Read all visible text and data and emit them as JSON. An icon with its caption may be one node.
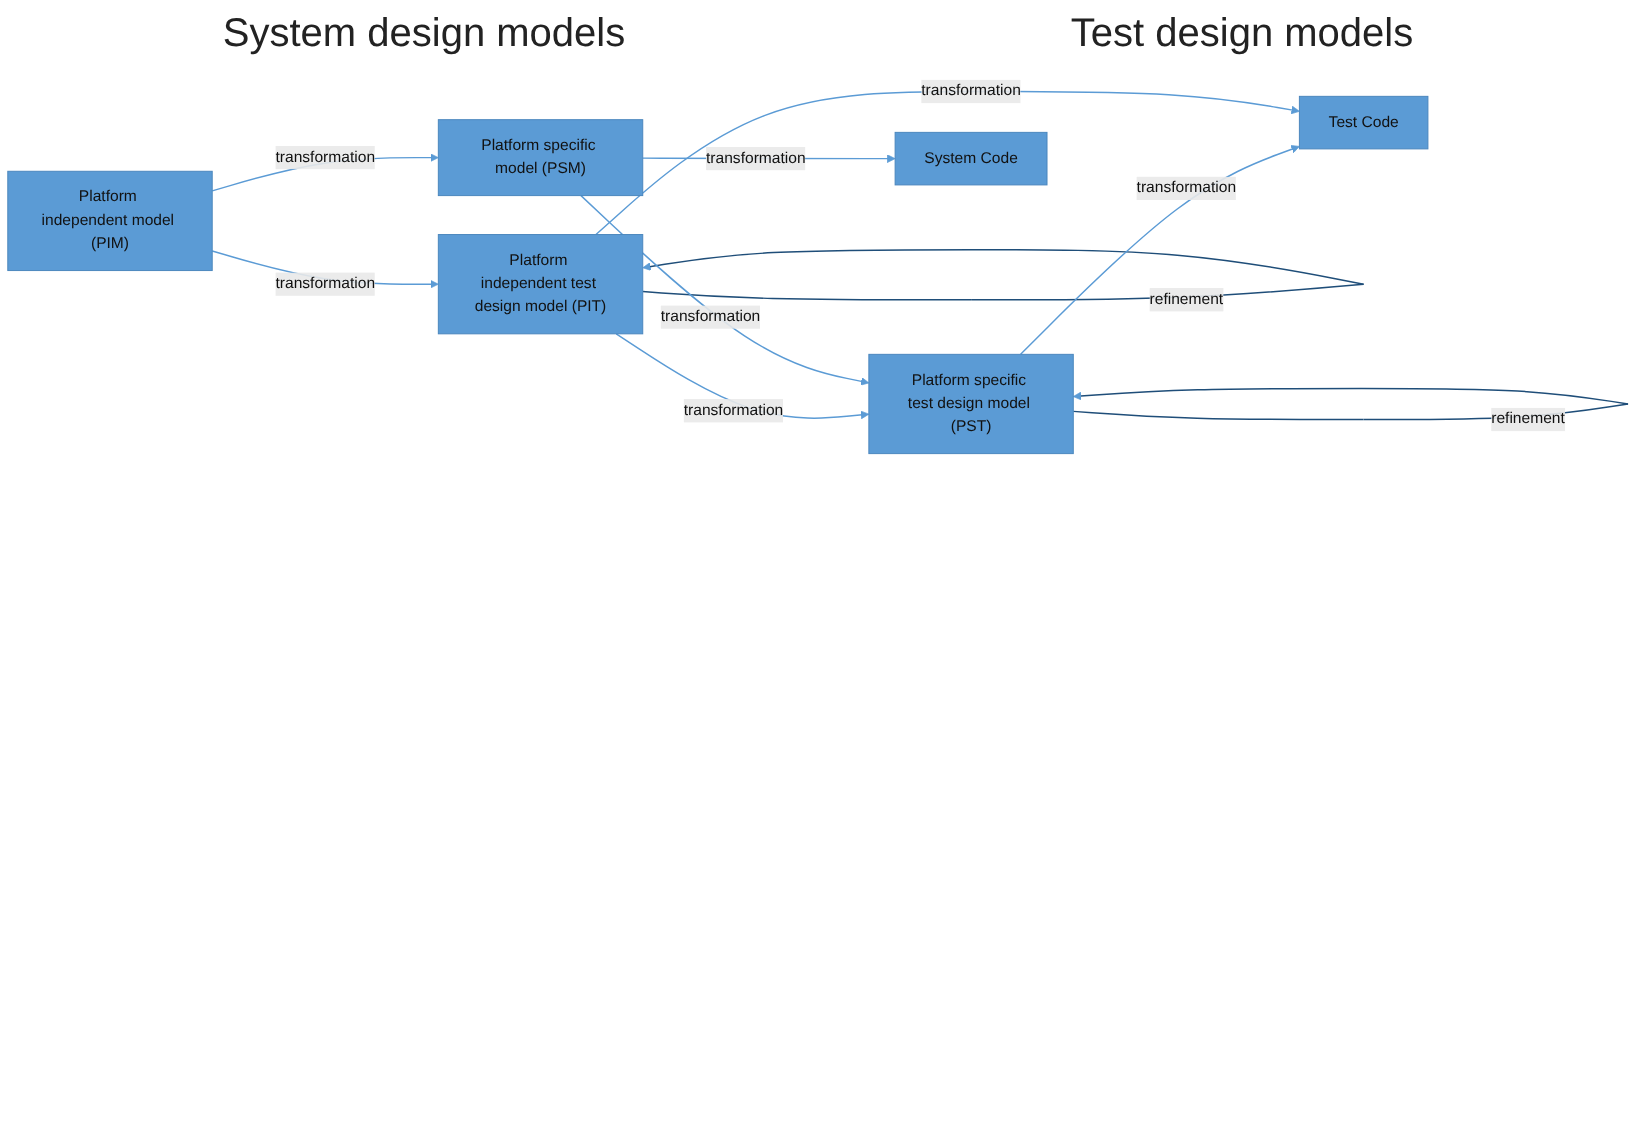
{
  "diagram": {
    "nodes": [
      {
        "text": [
          "Platform independent model (PIM)"
        ]
      },
      {
        "text": [
          "Platform independent test design model (PIT)"
        ]
      },
      {
        "text": [
          "Platform specific model (PSM)"
        ]
      },
      {
        "text": [
          "Platform specific test design model (PST)"
        ]
      },
      {
        "text": [
          "System Code"
        ]
      },
      {
        "text": [
          "Test Code"
        ]
      }
    ],
    "edges": [
      {
        "from": 0,
        "to": 1,
        "arrow": "to",
        "label": "transformation"
      },
      {
        "from": 1,
        "to": 1,
        "arrow": "to",
        "label": "refinement",
        "color": "#1f4e79"
      },
      {
        "from": 0,
        "to": 2,
        "arrow": "to",
        "label": "transformation"
      },
      {
        "from": 1,
        "to": 3,
        "arrow": "to",
        "label": "transformation"
      },
      {
        "from": 2,
        "to": 3,
        "arrow": "to",
        "label": "transformation"
      },
      {
        "from": 3,
        "to": 3,
        "arrow": "to",
        "label": "refinement",
        "color": "#1f4e79"
      },
      {
        "from": 2,
        "to": 4,
        "arrow": "to",
        "label": "transformation"
      },
      {
        "from": 3,
        "to": 5,
        "arrow": "to",
        "label": "transformation"
      },
      {
        "from": 1,
        "to": 5,
        "arrow": "to",
        "label": "transformation"
      }
    ],
    "labels": [
      "System design models",
      "Test design models"
    ]
  }
}
